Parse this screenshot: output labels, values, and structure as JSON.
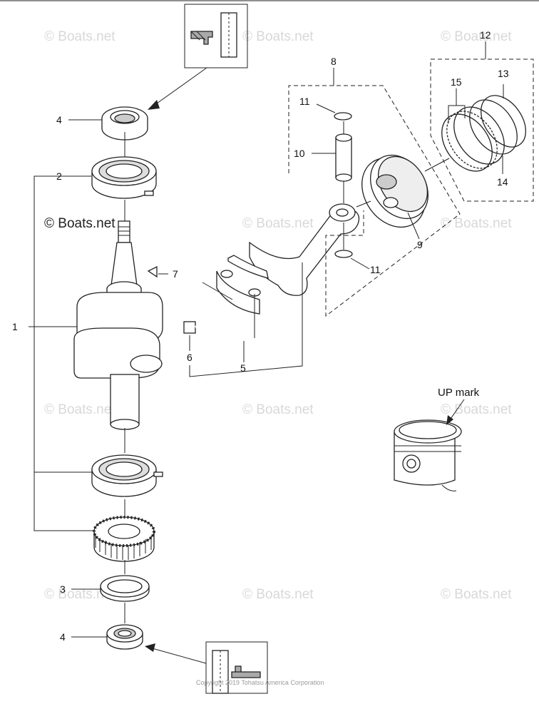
{
  "watermark": {
    "text": "© Boats.net"
  },
  "copyright": "Copyright 2019 Tohatsu America Corporation",
  "up_mark_label": "UP mark",
  "callouts": {
    "c1": "1",
    "c2": "2",
    "c3": "3",
    "c4_top": "4",
    "c4_bottom": "4",
    "c5": "5",
    "c6": "6",
    "c7": "7",
    "c8": "8",
    "c9": "9",
    "c10": "10",
    "c11_top": "11",
    "c11_bottom": "11",
    "c12": "12",
    "c13": "13",
    "c14": "14",
    "c15": "15"
  },
  "colors": {
    "line": "#222222",
    "watermark": "#d8d8d8",
    "part_fill": "#ffffff",
    "shade": "#bdbdbd"
  }
}
